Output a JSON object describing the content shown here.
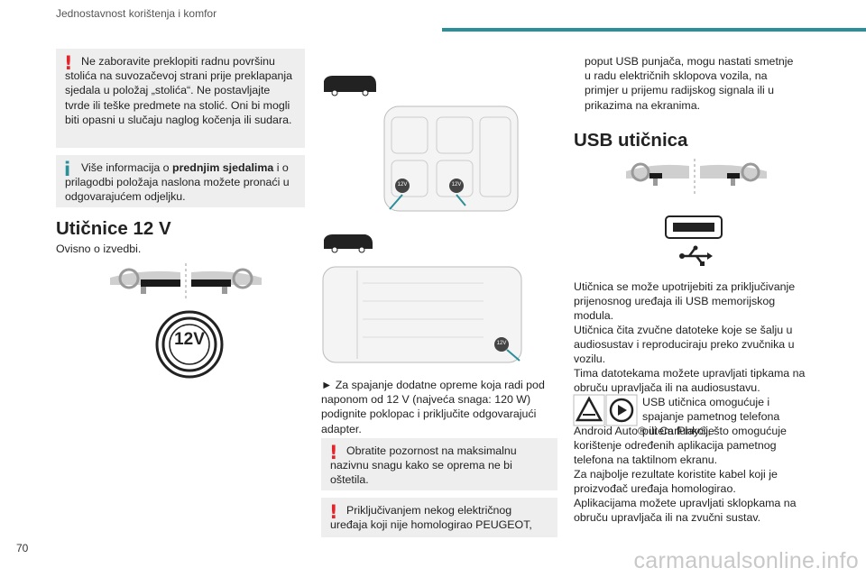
{
  "header": {
    "section": "Jednostavnost korištenja i komfor"
  },
  "page_number": "70",
  "watermark": "carmanualsonline.info",
  "left_column": {
    "warning_1": "Ne zaboravite preklopiti radnu površinu stolića na suvozačevoj strani prije preklapanja sjedala u položaj „stolića“. Ne postavljajte tvrde ili teške predmete na stolić. Oni bi mogli biti opasni u slučaju naglog kočenja ili sudara.",
    "info_pre": "Više informacija o ",
    "info_bold": "prednjim sjedalima",
    "info_post": " i o prilagodbi položaja naslona možete pronaći u odgovarajućem odjeljku.",
    "heading": "Utičnice 12 V",
    "subtext": "Ovisno o izvedbi.",
    "socket_label": "12V"
  },
  "middle_column": {
    "badge_1": "12V",
    "badge_2": "12V",
    "badge_3": "12V",
    "instruction": "► Za spajanje dodatne opreme koja radi pod naponom od 12 V (najveća snaga: 120 W) podignite poklopac i priključite odgovarajući adapter.",
    "warning_2": "Obratite pozornost na maksimalnu nazivnu snagu kako se oprema ne bi oštetila.",
    "warning_3": "Priključivanjem nekog električnog uređaja koji nije homologirao PEUGEOT,"
  },
  "right_column": {
    "warning_3_cont": "poput USB punjača, mogu nastati smetnje u radu električnih sklopova vozila, na primjer u prijemu radijskog signala ili u prikazima na ekranima.",
    "heading": "USB utičnica",
    "para_1": "Utičnica se može upotrijebiti za priključivanje prijenosnog uređaja ili USB memorijskog modula.",
    "para_2": "Utičnica čita zvučne datoteke koje se šalju u audiosustav i reproduciraju preko zvučnika u vozilu.",
    "para_3": "Tima datotekama možete upravljati tipkama na obruču upravljača ili na audiosustavu.",
    "para_4a": "USB utičnica omogućuje i spajanje pametnog telefona putem funkcije",
    "para_4b": "Android Auto® ili CarPlay®, što omogućuje korištenje određenih aplikacija pametnog telefona na taktilnom ekranu.",
    "para_5": "Za najbolje rezultate koristite kabel koji je proizvođač uređaja homologirao.",
    "para_6": "Aplikacijama možete upravljati sklopkama na obruču upravljača ili na zvučni sustav."
  }
}
